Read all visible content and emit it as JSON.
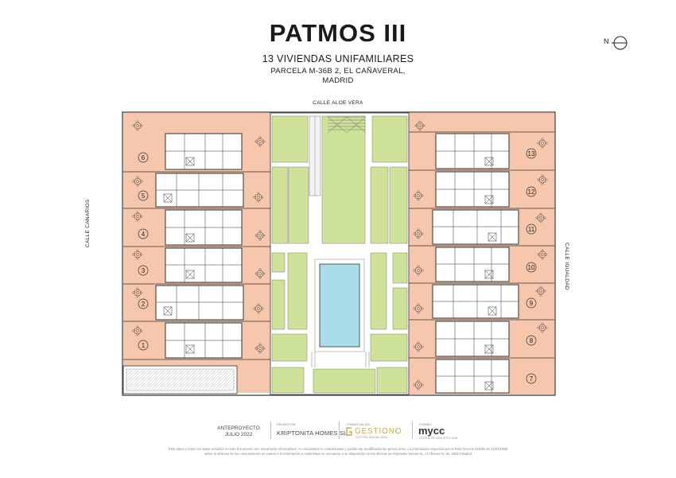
{
  "header": {
    "title": "PATMOS III",
    "subtitle": "13 VIVIENDAS UNIFAMILIARES",
    "location_line1": "PARCELA M-36B 2, EL CAÑAVERAL,",
    "location_line2": "MADRID"
  },
  "north_arrow": {
    "label": "N",
    "icon": "north-arrow-icon"
  },
  "streets": {
    "top": "CALLE ALOE VERA",
    "left": "CALLE CANARIOS",
    "right": "CALLE IGUALDAD"
  },
  "units_left": [
    "6",
    "5",
    "4",
    "3",
    "2",
    "1"
  ],
  "units_right": [
    "13",
    "12",
    "11",
    "10",
    "9",
    "8",
    "7"
  ],
  "colors": {
    "garden": "#f6c6ad",
    "green_zone": "#cfe29a",
    "pool": "#a9ddea",
    "walls": "#333333",
    "accent_gold": "#c8a84e"
  },
  "footer": {
    "anteproyecto": "ANTEPROYECTO",
    "date": "JULIO 2022",
    "promotor_label": "PROMOTOR",
    "promotor": "KRIPTONITA HOMES SL",
    "comercializa_label": "COMERCIALIZA",
    "gestiono": "GESTIONO",
    "gestiono_sub": "GESTIÓN INMOBILIARIA",
    "diseno_label": "DISEÑO",
    "mycc": "mycc",
    "mycc_sub": "OFICINA DE ARQUITECTURA",
    "disclaimer_1": "Este plano y todos los datos incluidos en este documento son meramente informativos, no vinculantes ni contractuales y podrán ser modificados sin previo aviso. La información requerida por el Real Decreto 515/89 de 21/04/1989",
    "disclaimer_2": "sobre la defensa de los consumidores en cuanto a la información a suministrar se encuentra a su disposición en las oficinas de Kriptonita Homes SL, c/ Alfonso XI, 36. 28014 Madrid"
  }
}
